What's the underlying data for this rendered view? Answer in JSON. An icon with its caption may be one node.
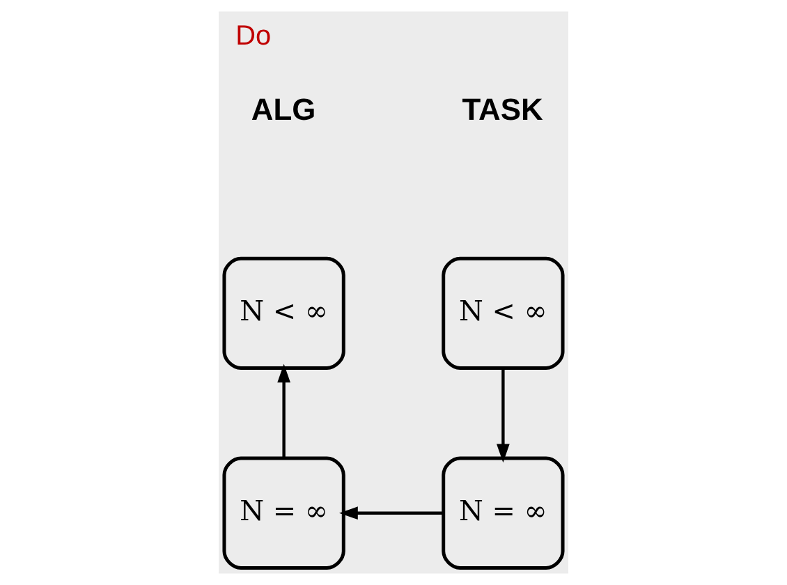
{
  "diagram": {
    "title": "Do",
    "nodes": [
      {
        "text": [
          "N < ∞"
        ]
      },
      {
        "text": [
          "N < ∞"
        ]
      },
      {
        "text": [
          "N = ∞"
        ]
      },
      {
        "text": [
          "N = ∞"
        ]
      }
    ],
    "edges": [
      {
        "from": 0,
        "to": 2,
        "arrow": "to"
      },
      {
        "from": 2,
        "to": 3,
        "arrow": "to"
      },
      {
        "from": 3,
        "to": 1,
        "arrow": "to"
      }
    ],
    "labels": [
      "TASK",
      "ALG"
    ]
  }
}
